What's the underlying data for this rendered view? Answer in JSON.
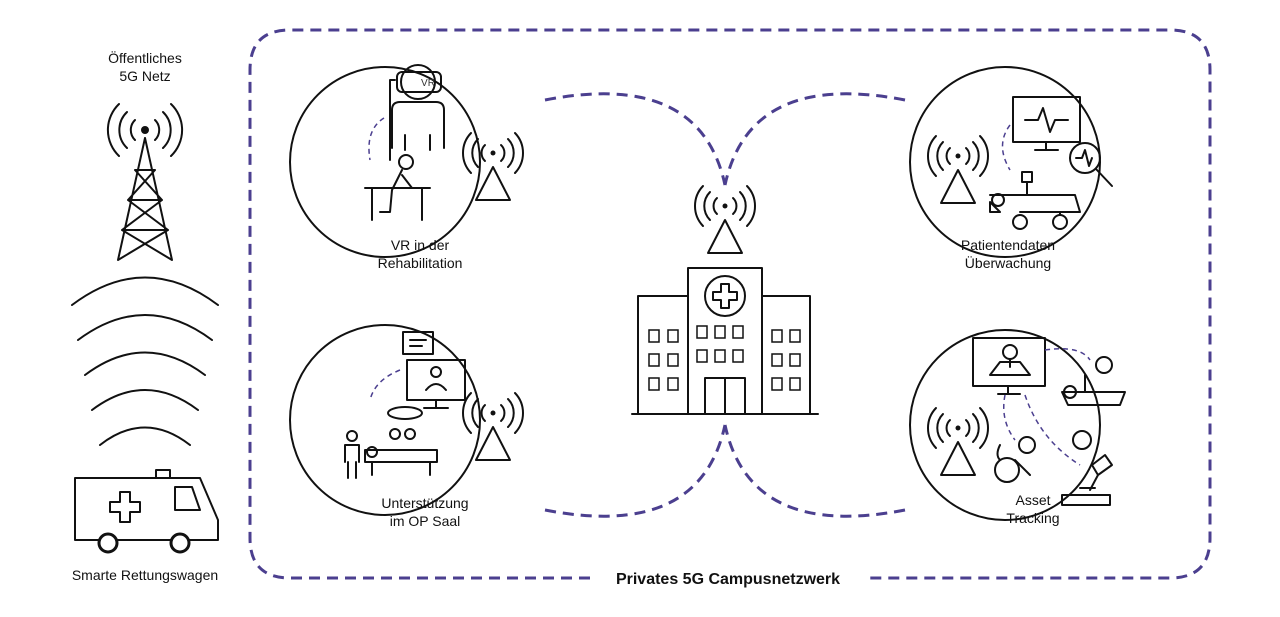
{
  "public_network": {
    "line1": "Öffentliches",
    "line2": "5G Netz"
  },
  "ambulance": {
    "label": "Smarte Rettungswagen"
  },
  "campus": {
    "title": "Privates 5G Campusnetzwerk"
  },
  "use_cases": [
    {
      "line1": "VR in der",
      "line2": "Rehabilitation",
      "badge": "VR"
    },
    {
      "line1": "Unterstützung",
      "line2": "im OP Saal"
    },
    {
      "line1": "Patientendaten",
      "line2": "Überwachung"
    },
    {
      "line1": "Asset",
      "line2": "Tracking"
    }
  ],
  "colors": {
    "accent": "#4b3f8f",
    "line": "#111111"
  }
}
